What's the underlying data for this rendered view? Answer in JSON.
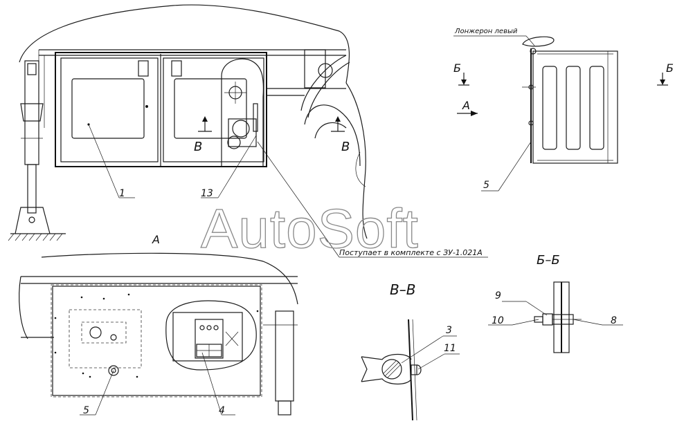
{
  "drawing": {
    "watermark": "AutoSoft",
    "view_a_label": "A",
    "section_bb_label": "Б–Б",
    "section_vv_label": "В–В",
    "leader_note_spar": "Лонжерон левый",
    "leader_note_kit": "Поступает в комплекте с ЗУ-1.021А",
    "arrow_b_left": "Б",
    "arrow_b_right": "Б",
    "arrow_a": "А",
    "arrow_v_left": "В",
    "arrow_v_right": "В",
    "callouts": {
      "c1": "1",
      "c3": "3",
      "c4": "4",
      "c5_top": "5",
      "c5_bottom": "5",
      "c8": "8",
      "c9": "9",
      "c10": "10",
      "c11": "11",
      "c13": "13"
    }
  }
}
